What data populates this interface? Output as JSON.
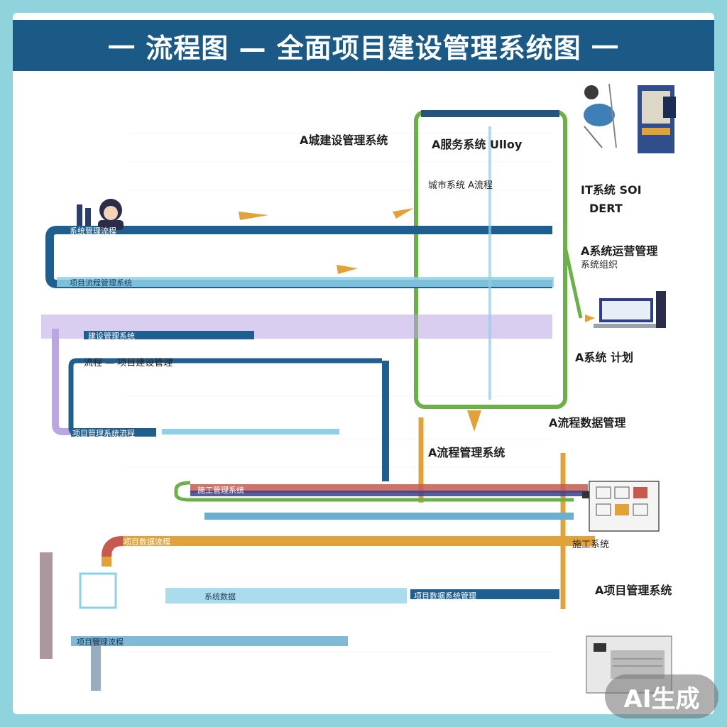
{
  "banner": {
    "title": "一 流程图 — 全面项目建设管理系统图 一"
  },
  "labels": {
    "left_top": "A城建设管理系统",
    "green_box_title": "A服务系统 Ulloy",
    "green_box_sub": "城市系统 A流程",
    "right_1": "IT系统 SOI",
    "right_1b": "DERT",
    "right_2": "A系统运营管理",
    "right_2b": "系统组织",
    "right_3": "A系统 计划",
    "right_4": "A流程数据管理",
    "center_mid": "A流程管理系统",
    "left_mid": "流程 — 项目建设管理",
    "right_5": "施工系统",
    "right_6": "A项目管理系统"
  },
  "bands": {
    "b1": "系统管理流程",
    "b2": "项目流程管理系统",
    "b3": "建设管理系统",
    "b4": "项目管理系统流程",
    "b5": "施工管理系统",
    "b6": "项目数据流程",
    "b7": "系统数据",
    "b8": "项目数据系统管理",
    "b9": "项目管理流程"
  },
  "colors": {
    "banner": "#1b5a86",
    "background": "#8fd3dd",
    "navy": "#1f5f8f",
    "green": "#6db04a",
    "lavender": "#b9a6e2",
    "orange": "#e2a23a",
    "red": "#c75a4f",
    "cyan": "#8fd0e6"
  },
  "watermark": "AI生成"
}
